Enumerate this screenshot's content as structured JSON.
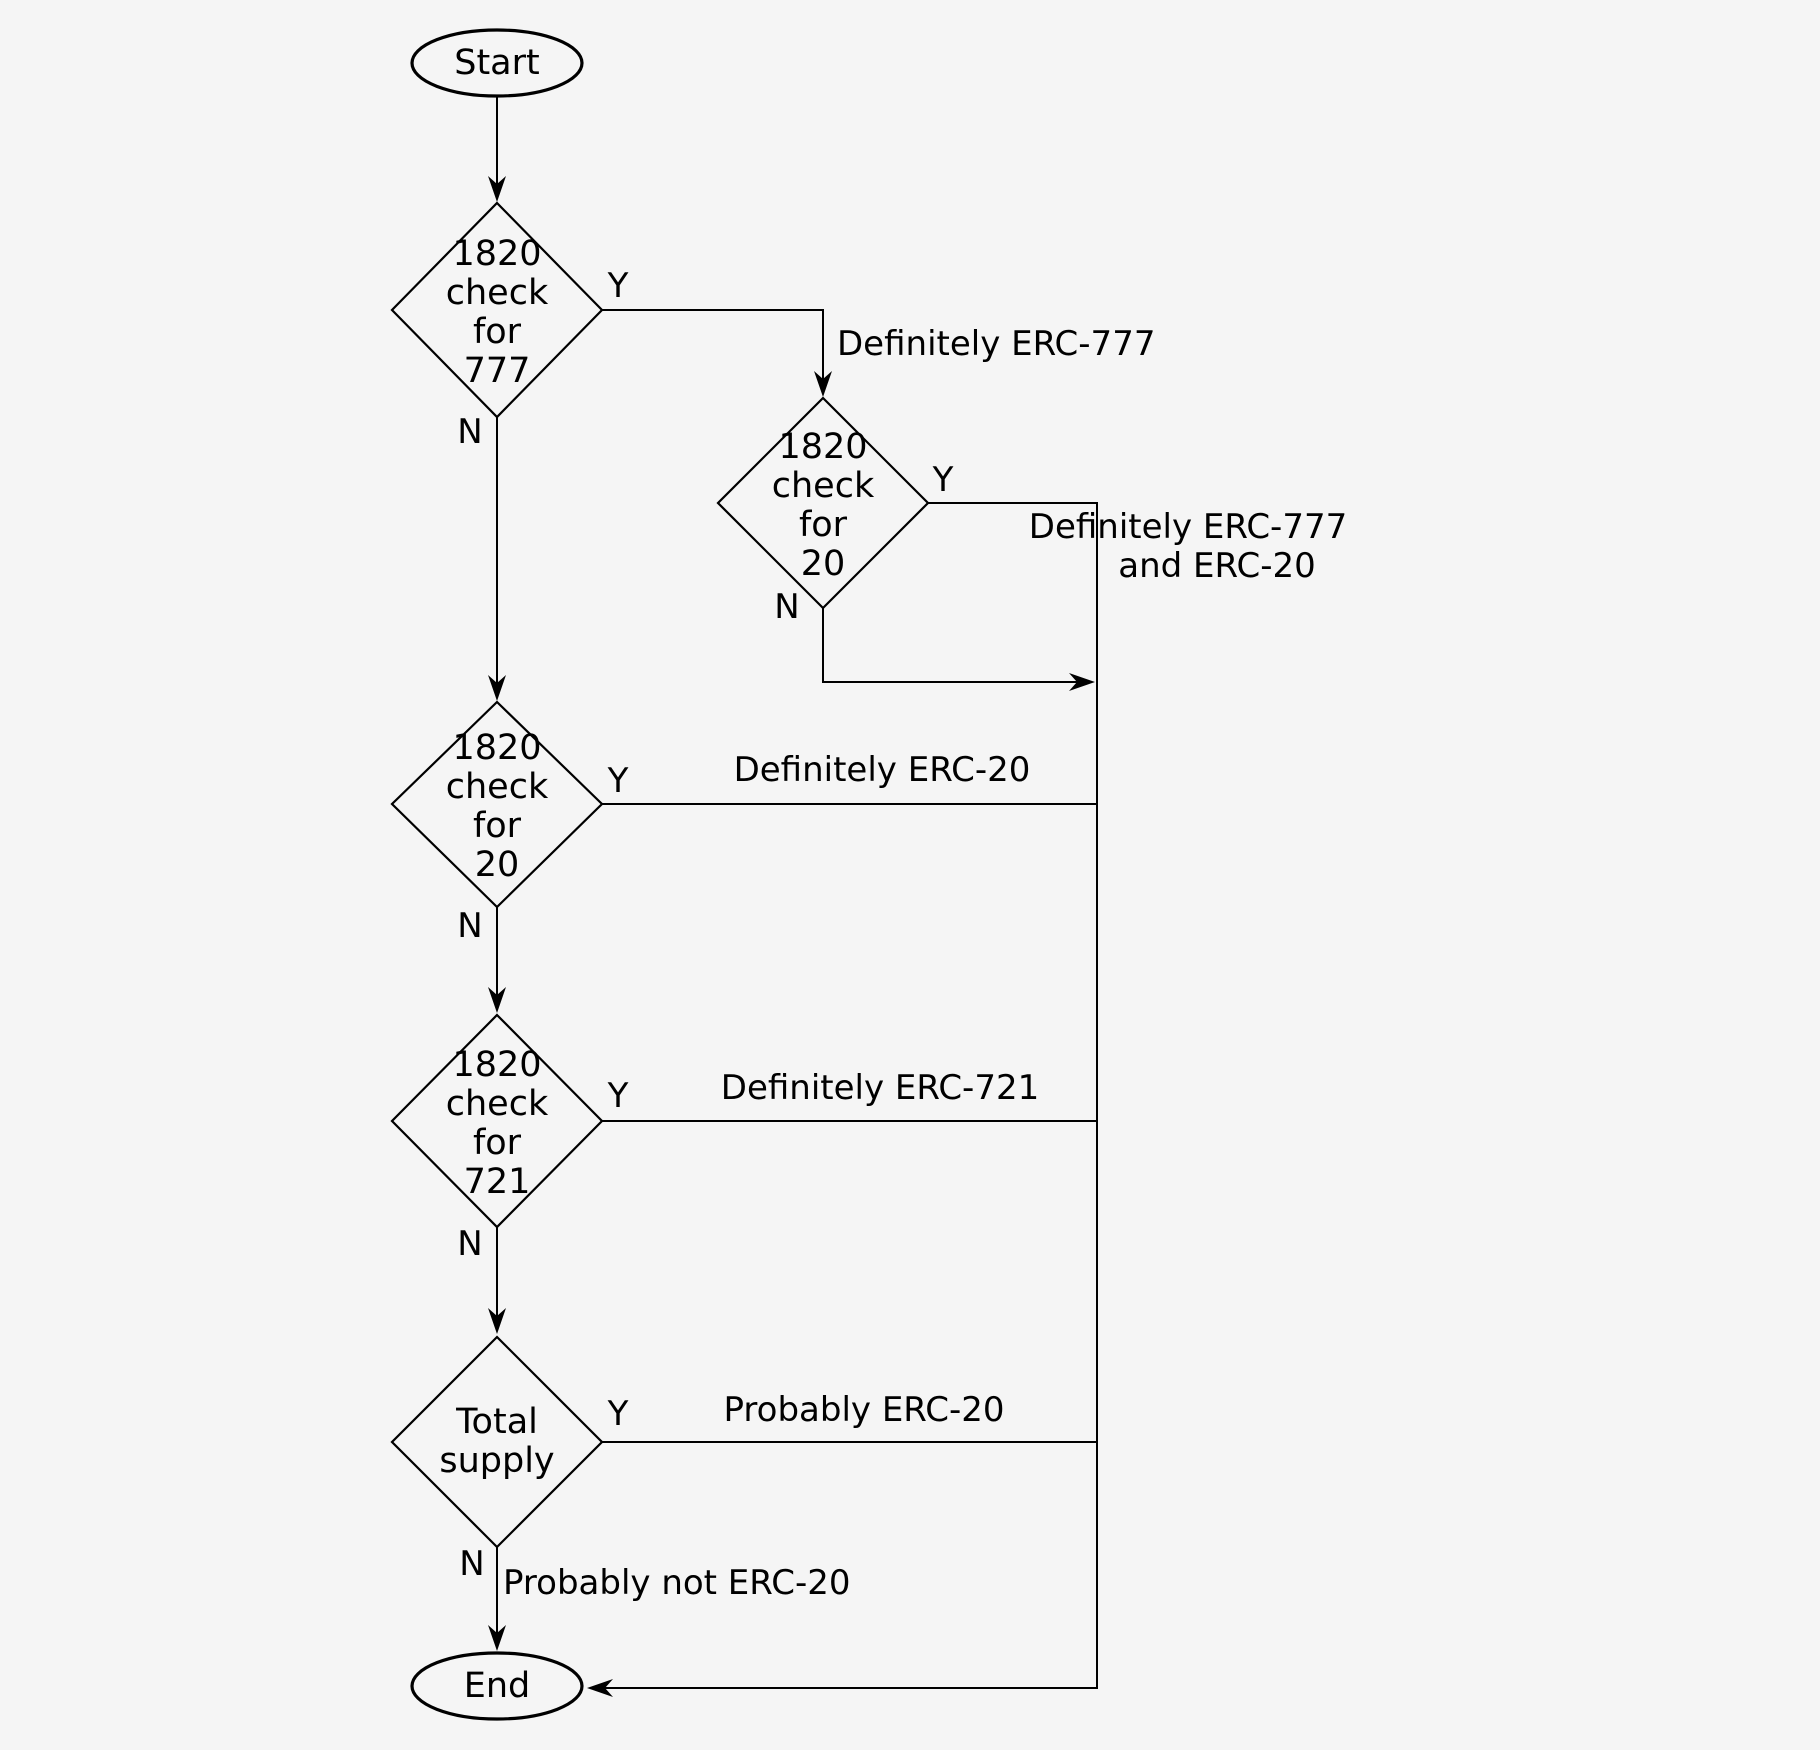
{
  "colors": {
    "background": "#f5f5f5",
    "shape_fill": "#f5f5f5",
    "stroke": "#000000",
    "text": "#000000"
  },
  "nodes": {
    "start": {
      "label": "Start"
    },
    "check_777": {
      "line1": "1820",
      "line2": "check",
      "line3": "for",
      "line4": "777"
    },
    "check_20_after_777": {
      "line1": "1820",
      "line2": "check",
      "line3": "for",
      "line4": "20"
    },
    "check_20": {
      "line1": "1820",
      "line2": "check",
      "line3": "for",
      "line4": "20"
    },
    "check_721": {
      "line1": "1820",
      "line2": "check",
      "line3": "for",
      "line4": "721"
    },
    "total_supply": {
      "line1": "Total",
      "line2": "supply"
    },
    "end": {
      "label": "End"
    }
  },
  "edge_labels": {
    "definitely_erc_777": "Definitely ERC-777",
    "definitely_erc_777_and_erc_20_line1": "Definitely ERC-777",
    "definitely_erc_777_and_erc_20_line2": "and ERC-20",
    "definitely_erc_20": "Definitely ERC-20",
    "definitely_erc_721": "Definitely ERC-721",
    "probably_erc_20": "Probably ERC-20",
    "probably_not_erc_20": "Probably not ERC-20",
    "yes": "Y",
    "no": "N"
  }
}
